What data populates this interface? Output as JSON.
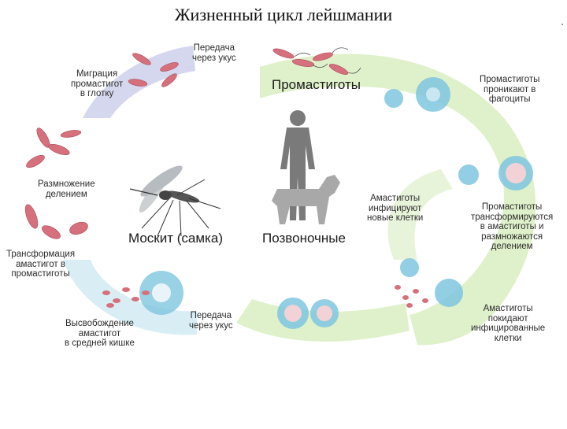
{
  "title": "Жизненный цикл лейшмании",
  "labels": {
    "transmission_bite_top": [
      "Передача",
      "через укус"
    ],
    "promastigote_migration": [
      "Миграция",
      "промастигот",
      "в глотку"
    ],
    "division": [
      "Размножение",
      "делением"
    ],
    "amastigote_transform": [
      "Трансформация",
      "амастигот в",
      "промастиготы"
    ],
    "amastigote_release": [
      "Высвобождение",
      "амастигот",
      "в средней кишке"
    ],
    "transmission_bite_bottom": [
      "Передача",
      "через укус"
    ],
    "promastigotes_phagocytes": [
      "Промастиготы",
      "проникают в",
      "фагоциты"
    ],
    "amastigotes_infect": [
      "Амастиготы",
      "инфицируют",
      "новые клетки"
    ],
    "promastigotes_transform": [
      "Промастиготы",
      "трансформируются",
      "в амастиготы и",
      "размножаются",
      "делением"
    ],
    "amastigotes_leave": [
      "Амастиготы",
      "покидают",
      "инфицированные",
      "клетки"
    ]
  },
  "headings": {
    "promastigotes": "Промастиготы",
    "mosquito": "Москит (самка)",
    "vertebrates": "Позвоночные"
  },
  "colors": {
    "vector_arc": "#c9cde9",
    "host_arc": "#dcefc4",
    "gut_arc": "#d5ecf3",
    "parasite": "#d6707c",
    "cell": "#7fc6df",
    "silhouette": "#7a7a7a"
  }
}
